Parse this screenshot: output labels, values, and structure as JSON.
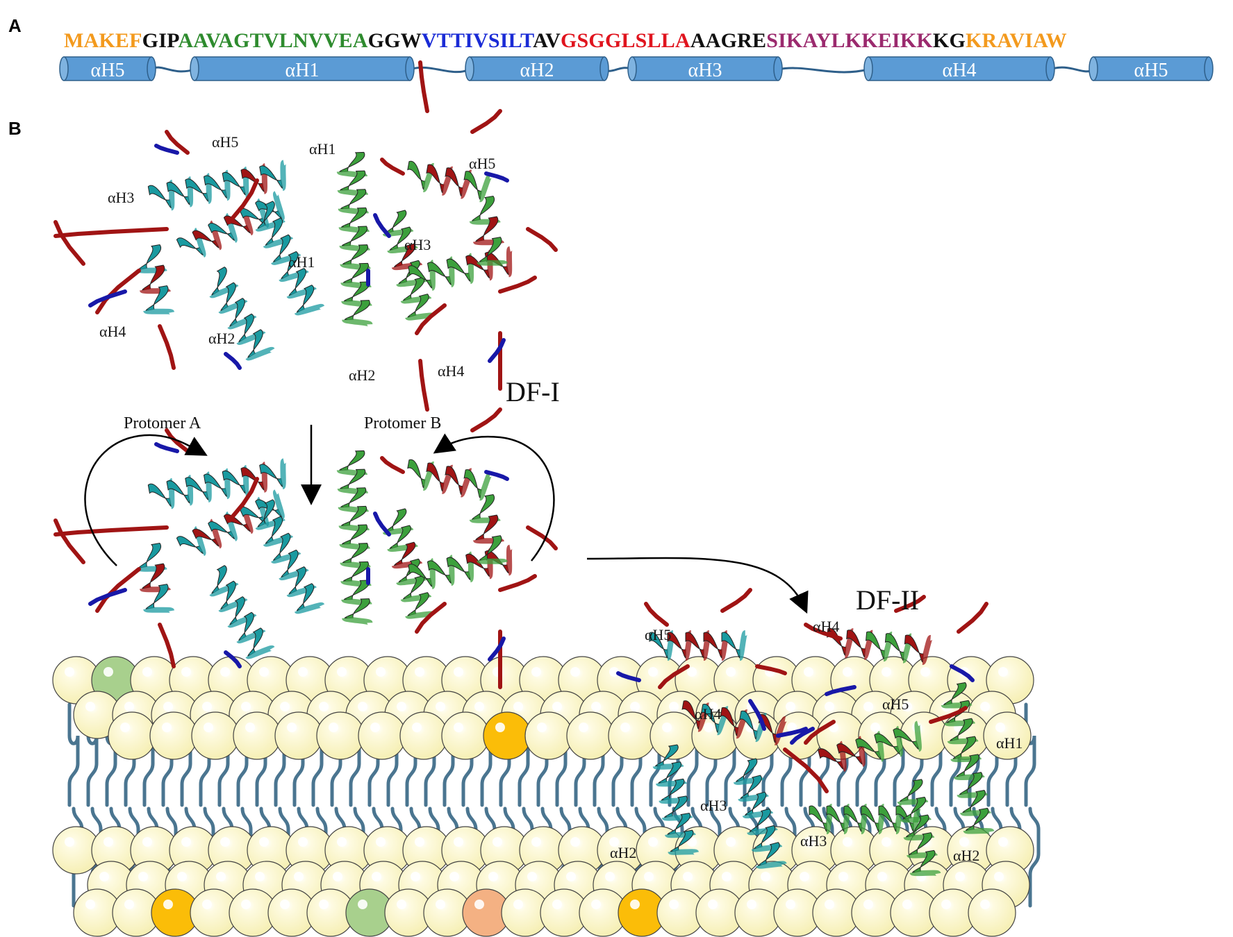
{
  "panels": {
    "a": "A",
    "b": "B"
  },
  "sequence": [
    {
      "text": "MAKEF",
      "color": "#f39a1e"
    },
    {
      "text": "GIP",
      "color": "#111111"
    },
    {
      "text": "AAVAGTVLNVVEA",
      "color": "#2e8b2e"
    },
    {
      "text": "GGW",
      "color": "#111111"
    },
    {
      "text": "VTTIVSILT",
      "color": "#1a2bd6"
    },
    {
      "text": "AV",
      "color": "#111111"
    },
    {
      "text": "GSGGLSLLA",
      "color": "#e0141e"
    },
    {
      "text": "AAGRE",
      "color": "#111111"
    },
    {
      "text": "SIKAYLKKEIKK",
      "color": "#9b2a6e"
    },
    {
      "text": "KG",
      "color": "#111111"
    },
    {
      "text": "KRAVIAW",
      "color": "#f39a1e"
    }
  ],
  "topology": {
    "helices": [
      "αH5",
      "αH1",
      "αH2",
      "αH3",
      "αH4",
      "αH5"
    ],
    "helix_color": "#5b9bd5"
  },
  "structure_labels": {
    "protomer_a": {
      "h5": "αH5",
      "h3": "αH3",
      "h1": "αH1",
      "h4": "αH4",
      "h2": "αH2"
    },
    "protomer_b": {
      "h1": "αH1",
      "h5": "αH5",
      "h3": "αH3",
      "h2": "αH2",
      "h4": "αH4"
    },
    "df_ii_cyan": {
      "h5": "αH5",
      "h4": "αH4",
      "h3": "αH3",
      "h2": "αH2"
    },
    "df_ii_green": {
      "h4": "αH4",
      "h5": "αH5",
      "h1": "αH1",
      "h3": "αH3",
      "h2": "αH2"
    }
  },
  "states": {
    "df1": "DF-I",
    "df2": "DF-II"
  },
  "protomers": {
    "a": "Protomer A",
    "b": "Protomer B"
  },
  "colors": {
    "cyan_protomer": "#1a9aa0",
    "green_protomer": "#3ca03c",
    "basic_residue": "#1818a8",
    "acidic_residue": "#a01414",
    "lipid_head": "#fbf6c4",
    "lipid_tail": "#4a7590",
    "head_orange": "#fbbd08",
    "head_green": "#a8d08d",
    "head_salmon": "#f4b183"
  }
}
